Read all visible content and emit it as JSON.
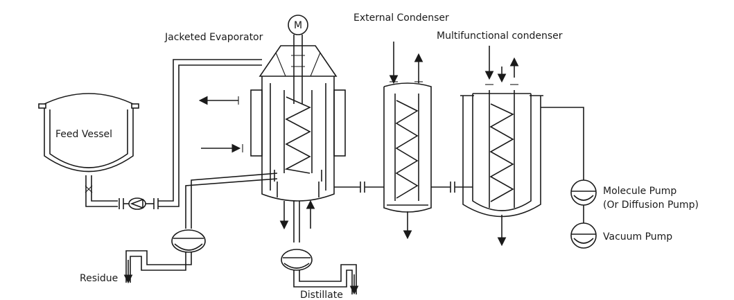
{
  "labels": {
    "external_condenser": "External Condenser",
    "multifunctional_condenser": "Multifunctional condenser",
    "jacketed_evaporator": "Jacketed Evaporator",
    "feed_vessel": "Feed Vessel",
    "motor": "M",
    "molecule_pump_line1": "Molecule Pump",
    "molecule_pump_line2": "(Or Diffusion Pump)",
    "vacuum_pump": "Vacuum Pump",
    "residue": "Residue",
    "distillate": "Distillate"
  },
  "colors": {
    "line": "#1a1a1a",
    "background": "#ffffff"
  }
}
